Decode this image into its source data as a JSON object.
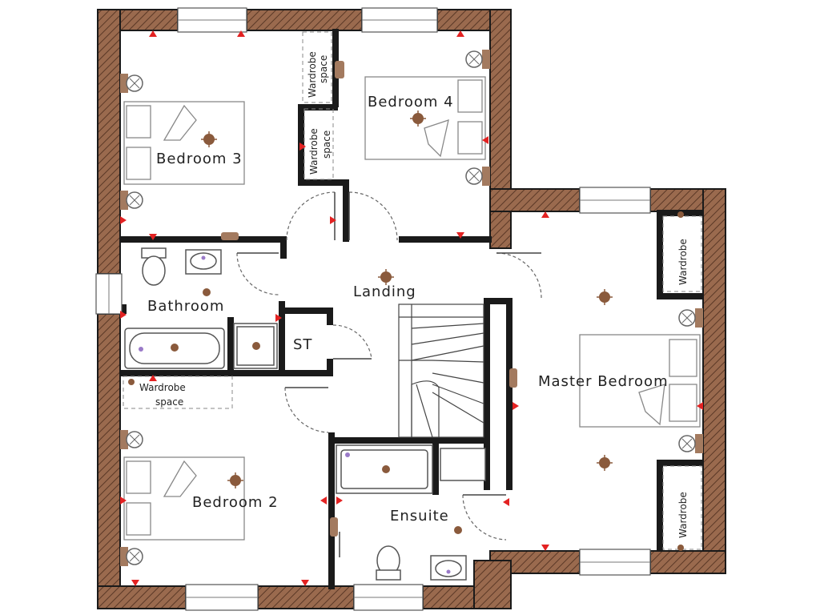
{
  "colors": {
    "wall_fill": "#9a6a4e",
    "wall_outline": "#1a1a1a",
    "marker": "#e32222",
    "light_point": "#8a5a3c",
    "background": "#ffffff"
  },
  "rooms": {
    "bedroom3": "Bedroom 3",
    "bedroom4": "Bedroom 4",
    "bathroom": "Bathroom",
    "landing": "Landing",
    "st": "ST",
    "master": "Master Bedroom",
    "bedroom2": "Bedroom 2",
    "ensuite": "Ensuite"
  },
  "notes": {
    "wardrobe_space_1a": "Wardrobe",
    "wardrobe_space_1b": "space",
    "wardrobe_space_2a": "Wardrobe",
    "wardrobe_space_2b": "space",
    "wardrobe_space_3a": "Wardrobe",
    "wardrobe_space_3b": "space",
    "wardrobe_master_top": "Wardrobe",
    "wardrobe_master_bottom": "Wardrobe"
  },
  "icons": [
    "radiator-icon",
    "light-point-icon",
    "socket-marker-icon",
    "window-icon",
    "door-swing-icon"
  ]
}
